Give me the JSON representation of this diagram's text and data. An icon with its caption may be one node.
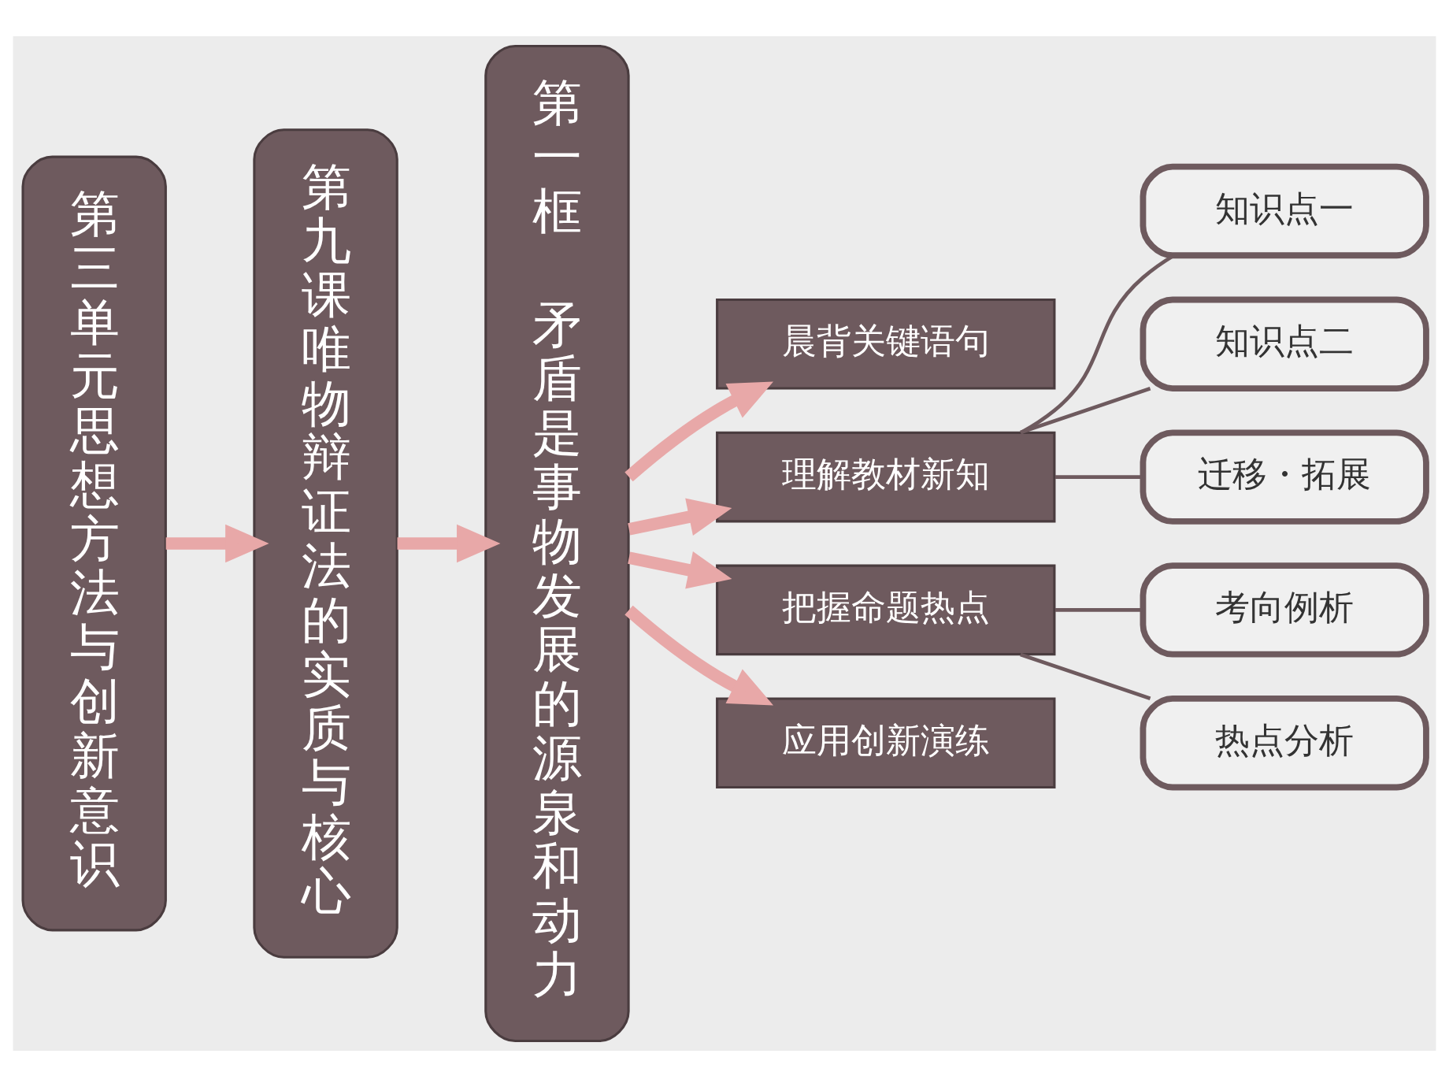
{
  "diagram": {
    "nodes": [
      {
        "text": [
          "第三单元思想方法与创新意识"
        ]
      },
      {
        "text": [
          "第九课唯物辩证法的实质与核心"
        ]
      },
      {
        "text": [
          "第一框",
          "矛盾是事物发展的源泉和动力"
        ]
      },
      {
        "text": [
          "晨背关键语句"
        ]
      },
      {
        "text": [
          "理解教材新知"
        ]
      },
      {
        "text": [
          "知识点一"
        ]
      },
      {
        "text": [
          "知识点二"
        ]
      },
      {
        "text": [
          "迁移・拓展"
        ]
      },
      {
        "text": [
          "把握命题热点"
        ]
      },
      {
        "text": [
          "考向例析"
        ]
      },
      {
        "text": [
          "热点分析"
        ]
      },
      {
        "text": [
          "应用创新演练"
        ]
      }
    ],
    "edges": [
      {
        "from": 0,
        "to": 1,
        "arrow": "to"
      },
      {
        "from": 1,
        "to": 2,
        "arrow": "to"
      },
      {
        "from": 2,
        "to": 3,
        "arrow": "to"
      },
      {
        "from": 2,
        "to": 4,
        "arrow": "to"
      },
      {
        "from": 2,
        "to": 8,
        "arrow": "to"
      },
      {
        "from": 2,
        "to": 11,
        "arrow": "to"
      },
      {
        "from": 4,
        "to": 5,
        "arrow": "none",
        "color": "#6e5a5e"
      },
      {
        "from": 4,
        "to": 6,
        "arrow": "none",
        "color": "#6e5a5e"
      },
      {
        "from": 4,
        "to": 7,
        "arrow": "none",
        "color": "#6e5a5e"
      },
      {
        "from": 8,
        "to": 9,
        "arrow": "none",
        "color": "#6e5a5e"
      },
      {
        "from": 8,
        "to": 10,
        "arrow": "none",
        "color": "#6e5a5e"
      }
    ]
  }
}
